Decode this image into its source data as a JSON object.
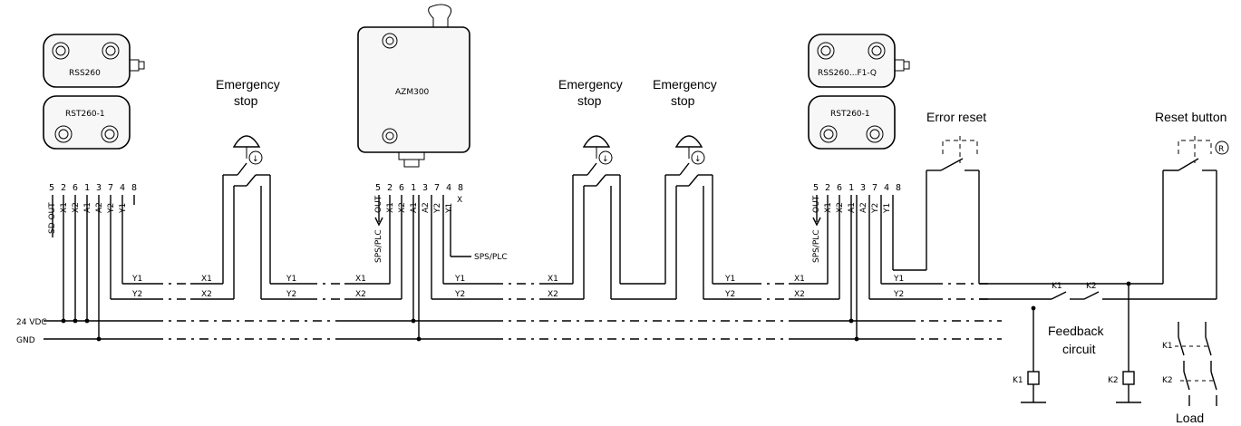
{
  "devices": {
    "rss260": "RSS260",
    "rst260_left": "RST260-1",
    "azm300": "AZM300",
    "rss260_f1": "RSS260...F1-Q",
    "rst260_right": "RST260-1"
  },
  "terminals": {
    "numbers": [
      "5",
      "2",
      "6",
      "1",
      "3",
      "7",
      "4",
      "8"
    ],
    "left_labels": [
      "SD OUT",
      "X1",
      "X2",
      "A1",
      "A2",
      "Y2",
      "Y1"
    ],
    "azm_labels": [
      "OUT",
      "X1",
      "X2",
      "A1",
      "A2",
      "Y2",
      "Y1"
    ],
    "azm_pin8": "X",
    "right_labels": [
      "OUT",
      "X1",
      "X2",
      "A1",
      "A2",
      "Y2",
      "Y1"
    ],
    "sps_plc_vertical": "SPS/PLC",
    "sps_plc_horizontal": "SPS/PLC"
  },
  "wires": {
    "y1": "Y1",
    "y2": "Y2",
    "x1": "X1",
    "x2": "X2"
  },
  "rails": {
    "vdc": "24  VDC",
    "gnd": "GND"
  },
  "labels": {
    "estop_line1": "Emergency",
    "estop_line2": "stop",
    "error_reset": "Error reset",
    "reset_button": "Reset button",
    "reset_mark": "R",
    "feedback_line1": "Feedback",
    "feedback_line2": "circuit",
    "k1": "K1",
    "k2": "K2",
    "load": "Load"
  }
}
